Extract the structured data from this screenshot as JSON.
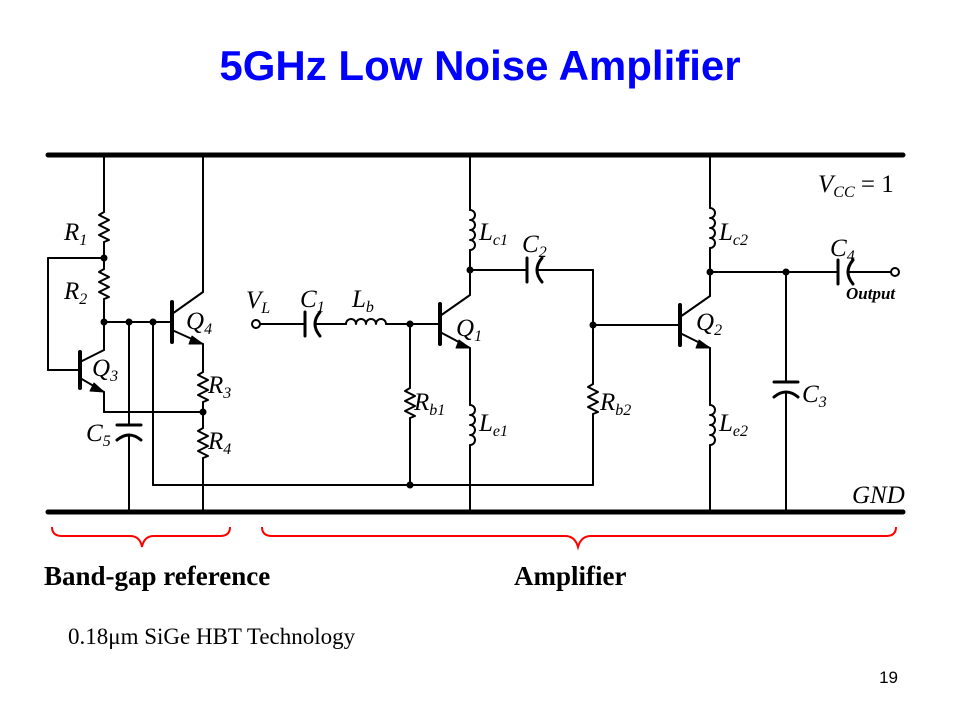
{
  "slide": {
    "title": "5GHz Low Noise Amplifier",
    "technology_note": "0.18μm SiGe HBT Technology",
    "page_number": "19"
  },
  "schematic": {
    "supply_label": "V",
    "supply_sub": "CC",
    "supply_value": " = 1",
    "ground_label": "GND",
    "input_label": "V",
    "input_sub": "L",
    "output_label": "Output",
    "components": {
      "R1": {
        "letter": "R",
        "sub": "1"
      },
      "R2": {
        "letter": "R",
        "sub": "2"
      },
      "R3": {
        "letter": "R",
        "sub": "3"
      },
      "R4": {
        "letter": "R",
        "sub": "4"
      },
      "Q1": {
        "letter": "Q",
        "sub": "1"
      },
      "Q2": {
        "letter": "Q",
        "sub": "2"
      },
      "Q3": {
        "letter": "Q",
        "sub": "3"
      },
      "Q4": {
        "letter": "Q",
        "sub": "4"
      },
      "C1": {
        "letter": "C",
        "sub": "1"
      },
      "C2": {
        "letter": "C",
        "sub": "2"
      },
      "C3": {
        "letter": "C",
        "sub": "3"
      },
      "C4": {
        "letter": "C",
        "sub": "4"
      },
      "C5": {
        "letter": "C",
        "sub": "5"
      },
      "Lb": {
        "letter": "L",
        "sub": "b"
      },
      "Lc1": {
        "letter": "L",
        "sub": "c1"
      },
      "Lc2": {
        "letter": "L",
        "sub": "c2"
      },
      "Le1": {
        "letter": "L",
        "sub": "e1"
      },
      "Le2": {
        "letter": "L",
        "sub": "e2"
      },
      "Rb1": {
        "letter": "R",
        "sub": "b1"
      },
      "Rb2": {
        "letter": "R",
        "sub": "b2"
      }
    },
    "sections": {
      "bandgap": "Band-gap reference",
      "amplifier": "Amplifier"
    },
    "colors": {
      "title": "#0000ff",
      "brace": "#ff0000",
      "wire": "#000000"
    }
  }
}
